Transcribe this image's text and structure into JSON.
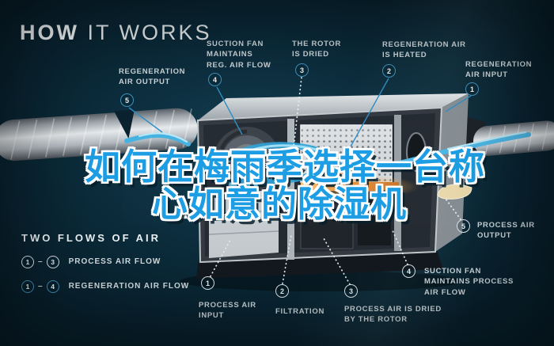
{
  "title": {
    "strong": "HOW",
    "light": " IT WORKS"
  },
  "headline": {
    "line1": "如何在梅雨季选择一台称",
    "line2": "心如意的除湿机"
  },
  "callouts": [
    {
      "id": "regen-air-output",
      "num": "5",
      "label": "REGENERATION\nAIR OUTPUT",
      "flow": "regeneration"
    },
    {
      "id": "suction-fan-reg",
      "num": "4",
      "label": "SUCTION FAN\nMAINTAINS\nREG. AIR FLOW",
      "flow": "regeneration"
    },
    {
      "id": "rotor-is-dried",
      "num": "3",
      "label": "THE ROTOR\nIS DRIED",
      "flow": "regeneration"
    },
    {
      "id": "regen-air-heated",
      "num": "2",
      "label": "REGENERATION AIR\nIS HEATED",
      "flow": "regeneration"
    },
    {
      "id": "regen-air-input",
      "num": "1",
      "label": "REGENERATION\nAIR INPUT",
      "flow": "regeneration"
    },
    {
      "id": "process-air-output",
      "num": "5",
      "label": "PROCESS AIR\nOUTPUT",
      "flow": "process"
    },
    {
      "id": "suction-fan-process",
      "num": "4",
      "label": "SUCTION FAN\nMAINTAINS PROCESS\nAIR FLOW",
      "flow": "process"
    },
    {
      "id": "process-air-dried",
      "num": "3",
      "label": "PROCESS AIR IS DRIED\nBY THE ROTOR",
      "flow": "process"
    },
    {
      "id": "filtration",
      "num": "2",
      "label": "FILTRATION",
      "flow": "process"
    },
    {
      "id": "process-air-input",
      "num": "1",
      "label": "PROCESS AIR\nINPUT",
      "flow": "process"
    }
  ],
  "legend": {
    "heading": "TWO FLOWS OF AIR",
    "dash": "–",
    "rows": [
      {
        "from": "1",
        "to": "3",
        "label": "PROCESS AIR FLOW",
        "flow": "process"
      },
      {
        "from": "1",
        "to": "4",
        "label": "REGENERATION AIR FLOW",
        "flow": "regeneration"
      }
    ]
  },
  "colors": {
    "background": "#0a2735",
    "accent_blue": "#2f8fc4",
    "headline_blue": "#1d9ee4",
    "badge_white": "#dde5e9",
    "heater_orange": "#e8923b",
    "air_stream_blue": "#4db7e5",
    "output_cream": "#e9d9ac"
  }
}
